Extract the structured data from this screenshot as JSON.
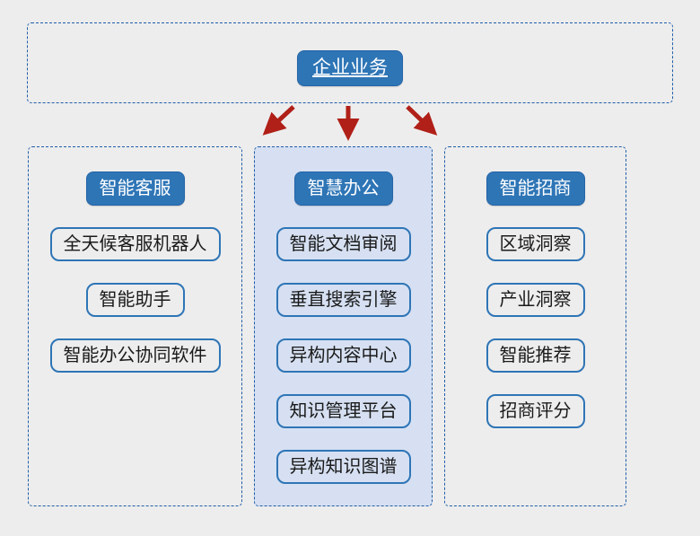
{
  "root": {
    "label": "企业业务"
  },
  "columns": [
    {
      "id": "intelligent-customer-service",
      "header": "智能客服",
      "highlighted": false,
      "items": [
        "全天候客服机器人",
        "智能助手",
        "智能办公协同软件"
      ]
    },
    {
      "id": "smart-office",
      "header": "智慧办公",
      "highlighted": true,
      "items": [
        "智能文档审阅",
        "垂直搜索引擎",
        "异构内容中心",
        "知识管理平台",
        "异构知识图谱"
      ]
    },
    {
      "id": "intelligent-investment",
      "header": "智能招商",
      "highlighted": false,
      "items": [
        "区域洞察",
        "产业洞察",
        "智能推荐",
        "招商评分"
      ]
    }
  ],
  "colors": {
    "page_background": "#EDEDED",
    "node_blue": "#2E75B6",
    "node_blue_border": "#2565A8",
    "dashed_border_blue": "#1F5DA8",
    "middle_panel_fill": "#D6E0F2",
    "arrow_red": "#B02018",
    "item_text": "#1A1A1A"
  }
}
